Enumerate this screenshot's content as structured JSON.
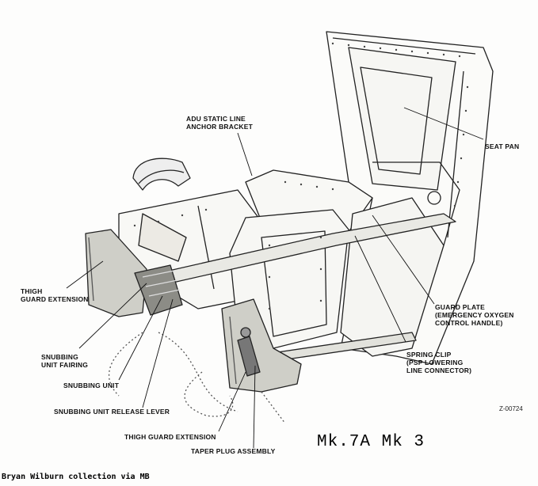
{
  "labels": {
    "adu": "ADU STATIC LINE\nANCHOR BRACKET",
    "seat_pan": "SEAT PAN",
    "thigh_ext_left": "THIGH\nGUARD EXTENSION",
    "guard_plate": "GUARD PLATE\n(EMERGENCY OXYGEN\nCONTROL HANDLE)",
    "spring_clip": "SPRING CLIP\n(PSP LOWERING\nLINE CONNECTOR)",
    "snubbing_fairing": "SNUBBING\nUNIT FAIRING",
    "snubbing_unit": "SNUBBING UNIT",
    "snubbing_release": "SNUBBING UNIT RELEASE LEVER",
    "thigh_ext_bottom": "THIGH GUARD EXTENSION",
    "taper_plug": "TAPER PLUG ASSEMBLY"
  },
  "drawing_ref": "Z-00724",
  "model_text": "Mk.7A Mk 3",
  "credit": "Bryan Wilburn collection via MB"
}
